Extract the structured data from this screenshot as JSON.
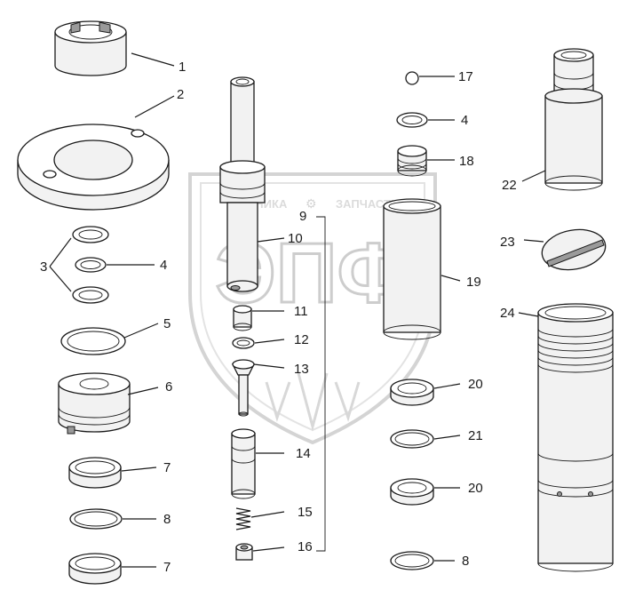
{
  "watermark": {
    "brand_left": "ТЕХНИКА",
    "brand_right": "ЗАПЧАСТИ",
    "logo_letters": "ЭПФ"
  },
  "callouts": [
    {
      "id": "c1",
      "label": "1"
    },
    {
      "id": "c2",
      "label": "2"
    },
    {
      "id": "c3",
      "label": "3"
    },
    {
      "id": "c4a",
      "label": "4"
    },
    {
      "id": "c5",
      "label": "5"
    },
    {
      "id": "c6",
      "label": "6"
    },
    {
      "id": "c7a",
      "label": "7"
    },
    {
      "id": "c8a",
      "label": "8"
    },
    {
      "id": "c7b",
      "label": "7"
    },
    {
      "id": "c9",
      "label": "9"
    },
    {
      "id": "c10",
      "label": "10"
    },
    {
      "id": "c11",
      "label": "11"
    },
    {
      "id": "c12",
      "label": "12"
    },
    {
      "id": "c13",
      "label": "13"
    },
    {
      "id": "c14",
      "label": "14"
    },
    {
      "id": "c15",
      "label": "15"
    },
    {
      "id": "c16",
      "label": "16"
    },
    {
      "id": "c17",
      "label": "17"
    },
    {
      "id": "c4b",
      "label": "4"
    },
    {
      "id": "c18",
      "label": "18"
    },
    {
      "id": "c19",
      "label": "19"
    },
    {
      "id": "c20a",
      "label": "20"
    },
    {
      "id": "c21",
      "label": "21"
    },
    {
      "id": "c20b",
      "label": "20"
    },
    {
      "id": "c8b",
      "label": "8"
    },
    {
      "id": "c22",
      "label": "22"
    },
    {
      "id": "c23",
      "label": "23"
    },
    {
      "id": "c24",
      "label": "24"
    }
  ]
}
